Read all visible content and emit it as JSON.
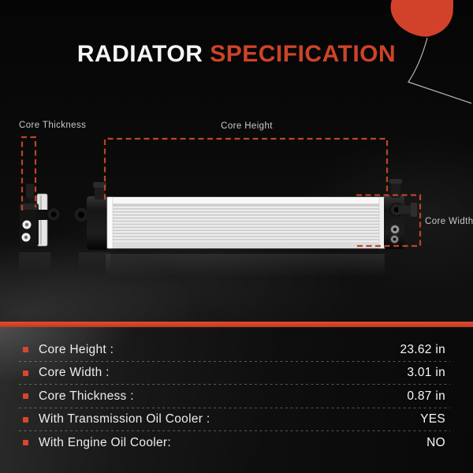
{
  "title": {
    "primary": "RADIATOR",
    "accent": "SPECIFICATION"
  },
  "diagram": {
    "core_thickness_label": "Core Thickness",
    "core_height_label": "Core Height",
    "core_width_label": "Core Width"
  },
  "specs": {
    "rows": [
      {
        "label": "Core Height :",
        "value": "23.62 in"
      },
      {
        "label": "Core Width :",
        "value": "3.01 in"
      },
      {
        "label": "Core Thickness :",
        "value": "0.87 in"
      },
      {
        "label": "With Transmission Oil Cooler :",
        "value": "YES"
      },
      {
        "label": "With Engine Oil Cooler:",
        "value": "NO"
      }
    ]
  },
  "colors": {
    "accent_orange": "#cd4327",
    "dash_orange": "#bc4526",
    "stripe_orange": "#d2422a",
    "bullet_orange": "#d7482c",
    "background_dark": "#0a0a0a",
    "label_gray": "#c9c9c9",
    "text_white": "#f5f5f5"
  }
}
